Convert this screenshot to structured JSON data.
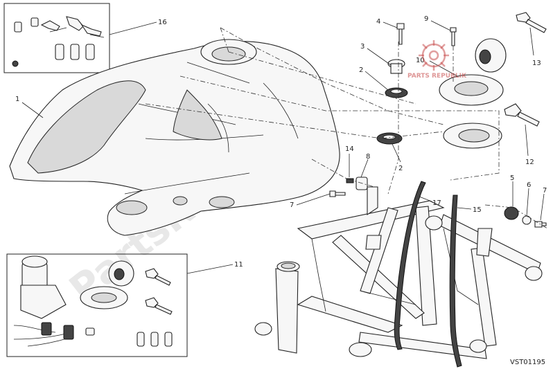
{
  "drawing_code": "VST01195",
  "watermark": "PartsRepublik",
  "watermark_badge": "PARTS REPUBLIK",
  "callouts": [
    {
      "id": "c1",
      "text": "1"
    },
    {
      "id": "c2a",
      "text": "2"
    },
    {
      "id": "c2b",
      "text": "2"
    },
    {
      "id": "c3",
      "text": "3"
    },
    {
      "id": "c4",
      "text": "4"
    },
    {
      "id": "c5",
      "text": "5"
    },
    {
      "id": "c6",
      "text": "6"
    },
    {
      "id": "c7a",
      "text": "7"
    },
    {
      "id": "c7b",
      "text": "7"
    },
    {
      "id": "c8",
      "text": "8"
    },
    {
      "id": "c9",
      "text": "9"
    },
    {
      "id": "c10",
      "text": "10"
    },
    {
      "id": "c11",
      "text": "11"
    },
    {
      "id": "c12",
      "text": "12"
    },
    {
      "id": "c13",
      "text": "13"
    },
    {
      "id": "c14",
      "text": "14"
    },
    {
      "id": "c15",
      "text": "15"
    },
    {
      "id": "c16",
      "text": "16"
    },
    {
      "id": "c17",
      "text": "17"
    }
  ]
}
